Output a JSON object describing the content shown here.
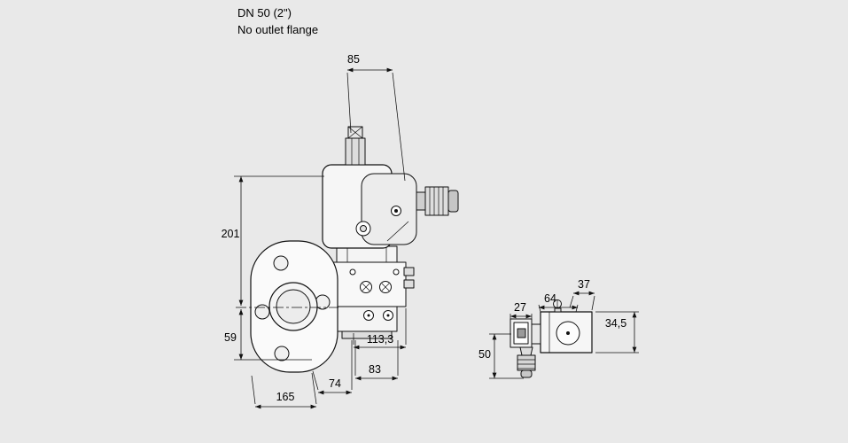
{
  "title": {
    "line1": "DN 50 (2\")",
    "line2": "No outlet flange"
  },
  "main_view": {
    "dim_top_width": "85",
    "dim_total_height": "201",
    "dim_lower_height": "59",
    "dim_body_length": "113,3",
    "dim_right_length": "83",
    "dim_left_length": "74",
    "dim_flange_od": "165"
  },
  "side_view": {
    "dim_connector_width": "27",
    "dim_block_width": "64",
    "dim_right_width": "37",
    "dim_block_height": "34,5",
    "dim_total_height": "50"
  },
  "colors": {
    "background": "#e9e9e9",
    "line": "#111111",
    "fill_light": "#f8f8f8",
    "fill_shaded": "#d9d9d9"
  }
}
